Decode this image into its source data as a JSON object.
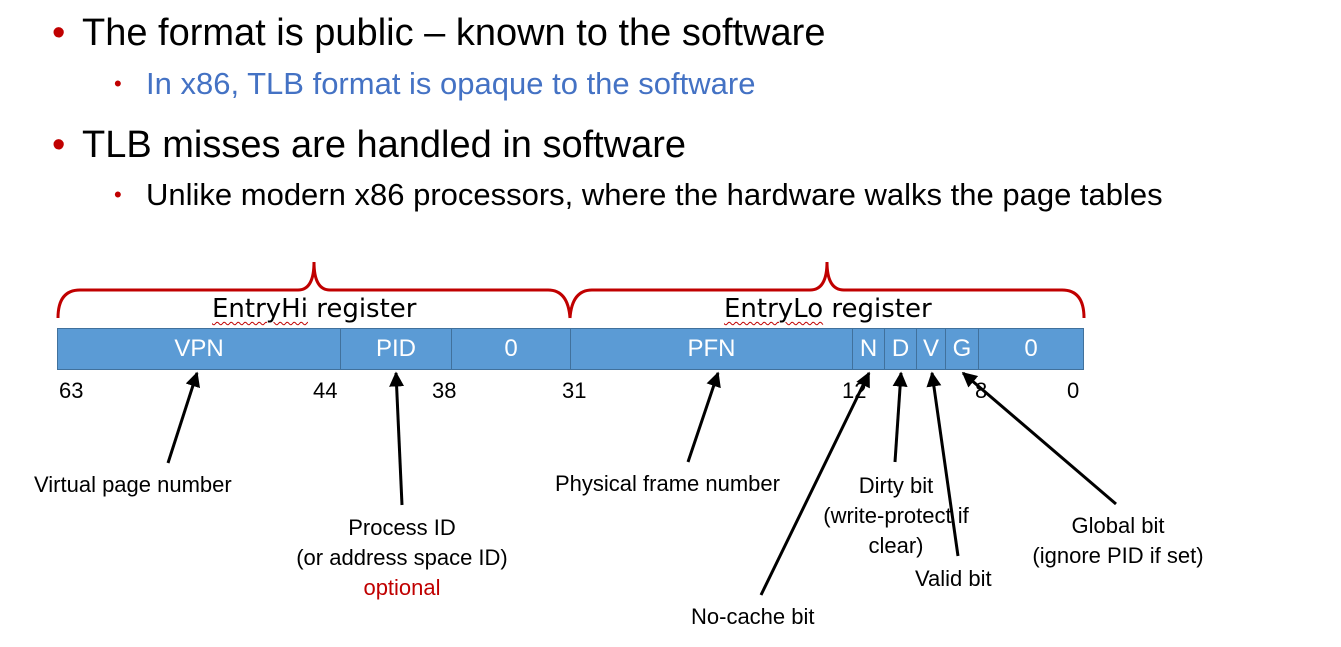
{
  "bullets": [
    {
      "text": "The format is public – known to the software",
      "level": 1
    },
    {
      "text": "In x86, TLB format is opaque to the software",
      "level": 2,
      "color": "#4472c4"
    },
    {
      "text": "TLB misses are handled in software",
      "level": 1
    },
    {
      "text": "Unlike modern x86 processors, where the hardware walks the page tables",
      "level": 2
    }
  ],
  "bullet_glyph": "•",
  "registers": {
    "entryhi": {
      "name": "EntryHi",
      "suffix": " register"
    },
    "entrylo": {
      "name": "EntryLo",
      "suffix": " register"
    }
  },
  "fields": [
    {
      "label": "VPN"
    },
    {
      "label": "PID"
    },
    {
      "label": "0"
    },
    {
      "label": "PFN"
    },
    {
      "label": "N"
    },
    {
      "label": "D"
    },
    {
      "label": "V"
    },
    {
      "label": "G"
    },
    {
      "label": "0"
    }
  ],
  "bit_numbers": [
    "63",
    "44",
    "38",
    "31",
    "12",
    "8",
    "0"
  ],
  "annotations": {
    "vpn": "Virtual page number",
    "pid_line1": "Process ID",
    "pid_line2": "(or address space ID)",
    "pid_optional": "optional",
    "pfn": "Physical frame number",
    "dirty_line1": "Dirty bit",
    "dirty_line2": "(write-protect if",
    "dirty_line3": "clear)",
    "valid": "Valid bit",
    "global_line1": "Global bit",
    "global_line2": "(ignore PID if set)",
    "nocache": "No-cache bit"
  },
  "colors": {
    "field_fill": "#5b9bd5",
    "brace": "#c00000",
    "bullet_dot": "#c00000",
    "optional": "#c00000",
    "blue_text": "#4472c4"
  }
}
